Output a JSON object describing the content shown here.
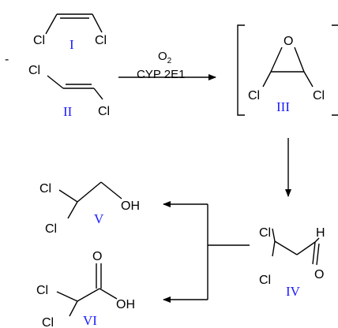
{
  "atoms": {
    "cl": "Cl",
    "o": "O",
    "oh": "OH",
    "h": "H"
  },
  "labels": {
    "I": "I",
    "II": "II",
    "III": "III",
    "IV": "IV",
    "V": "V",
    "VI": "VI"
  },
  "reaction": {
    "reagent_main": "O",
    "reagent_subscript": "2",
    "enzyme": "CYP 2E1"
  },
  "misc": {
    "dash": "-"
  },
  "colors": {
    "label": "#1a1aff",
    "ink": "#000000"
  }
}
